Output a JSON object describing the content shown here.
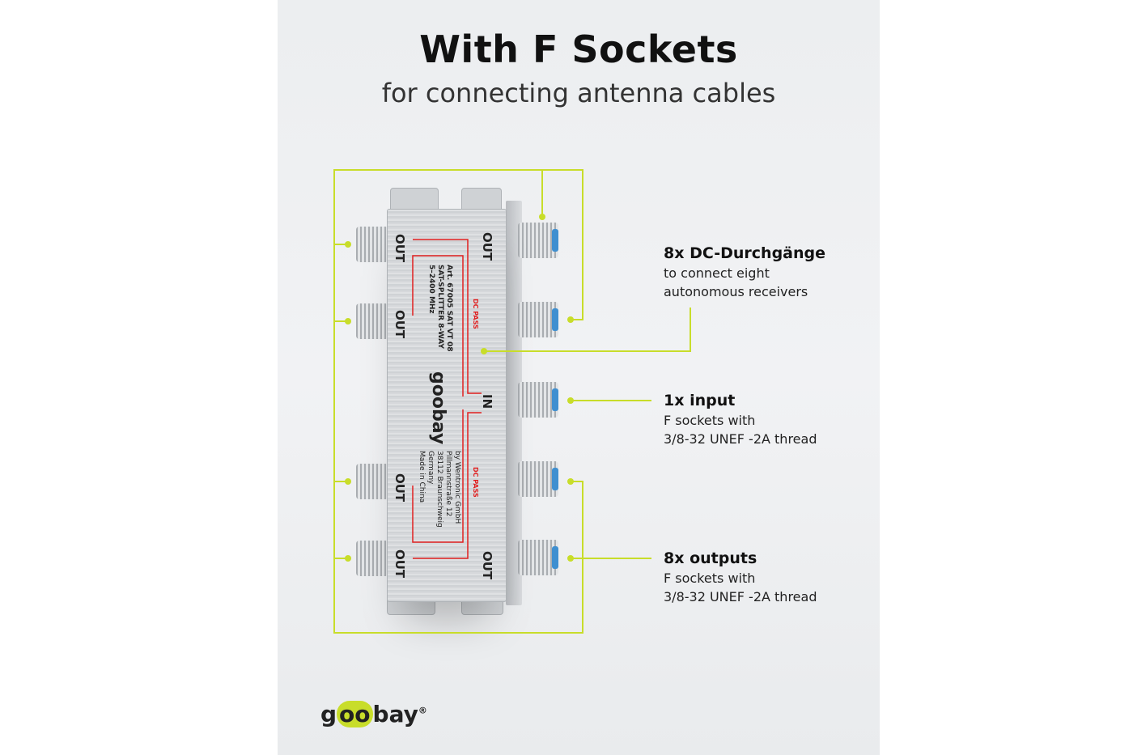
{
  "header": {
    "title": "With F Sockets",
    "subtitle": "for connecting antenna cables"
  },
  "features": [
    {
      "title": "8x DC-Durchgänge",
      "lines": [
        "to connect eight",
        "autonomous receivers"
      ]
    },
    {
      "title": "1x input",
      "lines": [
        "F sockets with",
        "3/8-32 UNEF -2A thread"
      ]
    },
    {
      "title": "8x outputs",
      "lines": [
        "F sockets with",
        "3/8-32 UNEF -2A thread"
      ]
    }
  ],
  "device": {
    "out_label": "OUT",
    "in_label": "IN",
    "dc_pass": "DC PASS",
    "art": "Art. 67005   SAT VT 08",
    "model": "SAT-SPLITTER 8-WAY",
    "freq": "5–2400 MHz",
    "address": [
      "by Wentronic GmbH",
      "Pillmannstraße 12",
      "38112 Braunschweig",
      "Germany",
      "Made in China"
    ],
    "brand": "goobay"
  },
  "logo": {
    "pre": "g",
    "oo": "oo",
    "post": "bay",
    "mark": "®"
  },
  "colors": {
    "accent": "#c8dd2a",
    "dc_line": "#e02020",
    "socket": "#3f8fd0"
  }
}
